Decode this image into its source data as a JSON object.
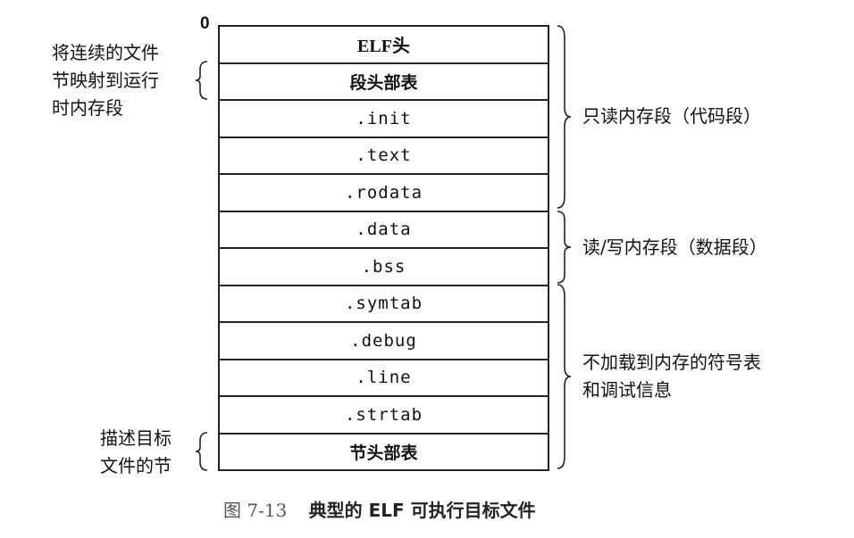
{
  "diagram": {
    "origin_label": "0",
    "rows": [
      {
        "label": "ELF头",
        "style": "bold"
      },
      {
        "label": "段头部表",
        "style": "header-cn"
      },
      {
        "label": ".init",
        "style": "mono"
      },
      {
        "label": ".text",
        "style": "mono"
      },
      {
        "label": ".rodata",
        "style": "mono"
      },
      {
        "label": ".data",
        "style": "mono"
      },
      {
        "label": ".bss",
        "style": "mono"
      },
      {
        "label": ".symtab",
        "style": "mono"
      },
      {
        "label": ".debug",
        "style": "mono"
      },
      {
        "label": ".line",
        "style": "mono"
      },
      {
        "label": ".strtab",
        "style": "mono"
      },
      {
        "label": "节头部表",
        "style": "header-cn"
      }
    ],
    "left_annotations": {
      "mapped": [
        "将连续的文件",
        "节映射到运行",
        "时内存段"
      ],
      "describe": [
        "描述目标",
        "文件的节"
      ]
    },
    "right_annotations": {
      "readonly": "只读内存段（代码段）",
      "readwrite": "读/写内存段（数据段）",
      "notloaded": [
        "不加载到内存的符号表",
        "和调试信息"
      ]
    },
    "caption": {
      "figure_number": "图 7-13",
      "title": "典型的 ELF 可执行目标文件"
    }
  }
}
